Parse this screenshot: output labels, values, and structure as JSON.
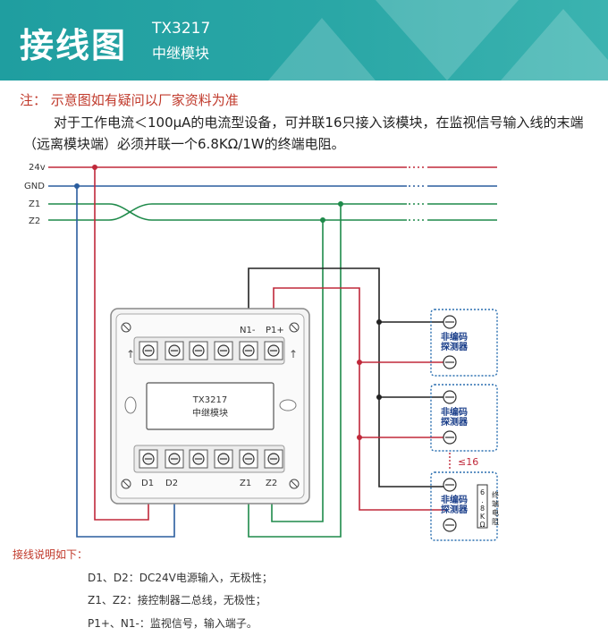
{
  "header": {
    "title": "接线图",
    "model": "TX3217",
    "model_name": "中继模块"
  },
  "note": "注：  示意图如有疑问以厂家资料为准",
  "paragraph": "对于工作电流＜100μA的电流型设备，可并联16只接入该模块，在监视信号输入线的末端（远离模块端）必须并联一个6.8KΩ/1W的终端电阻。",
  "bus_labels": [
    "24v",
    "GND",
    "Z1",
    "Z2"
  ],
  "module": {
    "name_line1": "TX3217",
    "name_line2": "中继模块",
    "top_terminals": [
      "N1-",
      "P1+"
    ],
    "bottom_terminals": [
      "D1",
      "D2",
      "Z1",
      "Z2"
    ]
  },
  "detector_label": "非编码\n探测器",
  "count_label": "≤16",
  "resistor_label": "6.8KΩ",
  "resistor_text": "终端电阻",
  "colors": {
    "red": "#c0283a",
    "blue": "#2a5d9e",
    "green": "#1e8a4a",
    "black": "#222222",
    "box": "#2a6fb0"
  },
  "instructions": {
    "title": "接线说明如下：",
    "items": [
      "D1、D2：DC24V电源输入，无极性；",
      "Z1、Z2：接控制器二总线，无极性；",
      "P1+、N1-：监视信号，输入端子。"
    ]
  }
}
